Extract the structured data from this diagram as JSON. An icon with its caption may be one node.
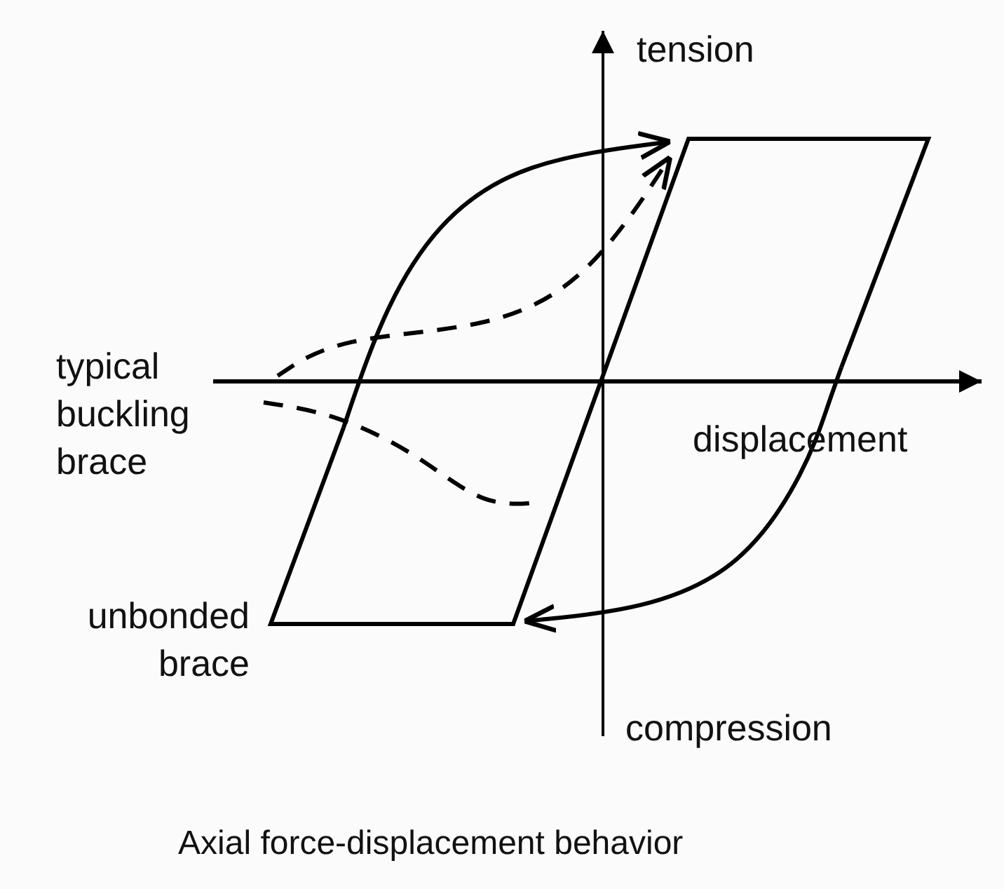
{
  "diagram": {
    "caption": "Axial force-displacement behavior",
    "labels": [
      "tension",
      "typical buckling brace",
      "displacement",
      "unbonded brace",
      "compression"
    ]
  }
}
